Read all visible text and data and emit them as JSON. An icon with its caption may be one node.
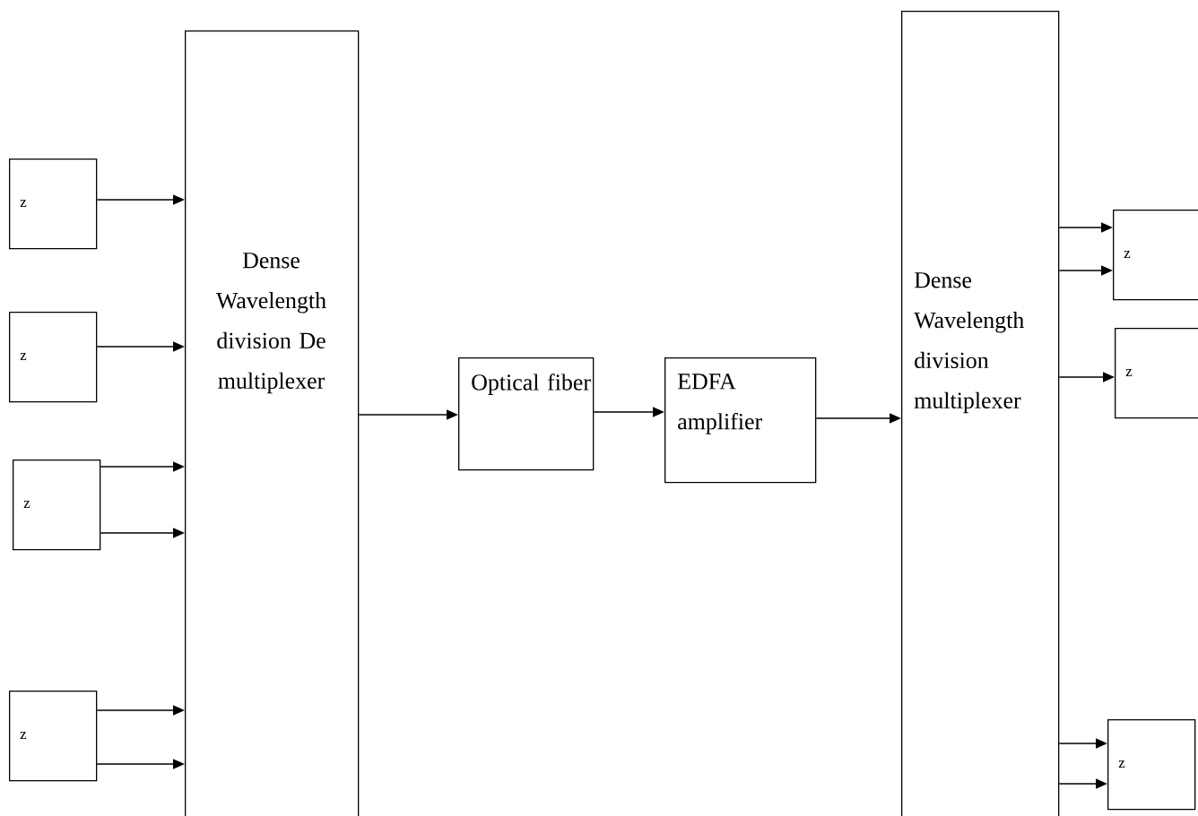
{
  "diagram": {
    "nodes": [
      {
        "text": [
          "z"
        ]
      },
      {
        "text": [
          "z"
        ]
      },
      {
        "text": [
          "z"
        ]
      },
      {
        "text": [
          "z"
        ]
      },
      {
        "text": [
          "Dense Wavelength division De multiplexer"
        ]
      },
      {
        "text": [
          "Optical fiber"
        ]
      },
      {
        "text": [
          "EDFA amplifier"
        ]
      },
      {
        "text": [
          "Dense Wavelength division multiplexer"
        ]
      },
      {
        "text": [
          "z"
        ]
      },
      {
        "text": [
          "z"
        ]
      },
      {
        "text": [
          "z"
        ]
      }
    ],
    "edges": [
      {
        "from": 0,
        "to": 4,
        "arrow": "to"
      },
      {
        "from": 1,
        "to": 4,
        "arrow": "to"
      },
      {
        "from": 2,
        "to": 4,
        "arrow": "to"
      },
      {
        "from": 2,
        "to": 4,
        "arrow": "to"
      },
      {
        "from": 3,
        "to": 4,
        "arrow": "to"
      },
      {
        "from": 3,
        "to": 4,
        "arrow": "to"
      },
      {
        "from": 4,
        "to": 5,
        "arrow": "to"
      },
      {
        "from": 5,
        "to": 6,
        "arrow": "to"
      },
      {
        "from": 6,
        "to": 7,
        "arrow": "to"
      },
      {
        "from": 7,
        "to": 8,
        "arrow": "to"
      },
      {
        "from": 7,
        "to": 8,
        "arrow": "to"
      },
      {
        "from": 7,
        "to": 9,
        "arrow": "to"
      },
      {
        "from": 7,
        "to": 10,
        "arrow": "to"
      },
      {
        "from": 7,
        "to": 10,
        "arrow": "to"
      }
    ]
  }
}
